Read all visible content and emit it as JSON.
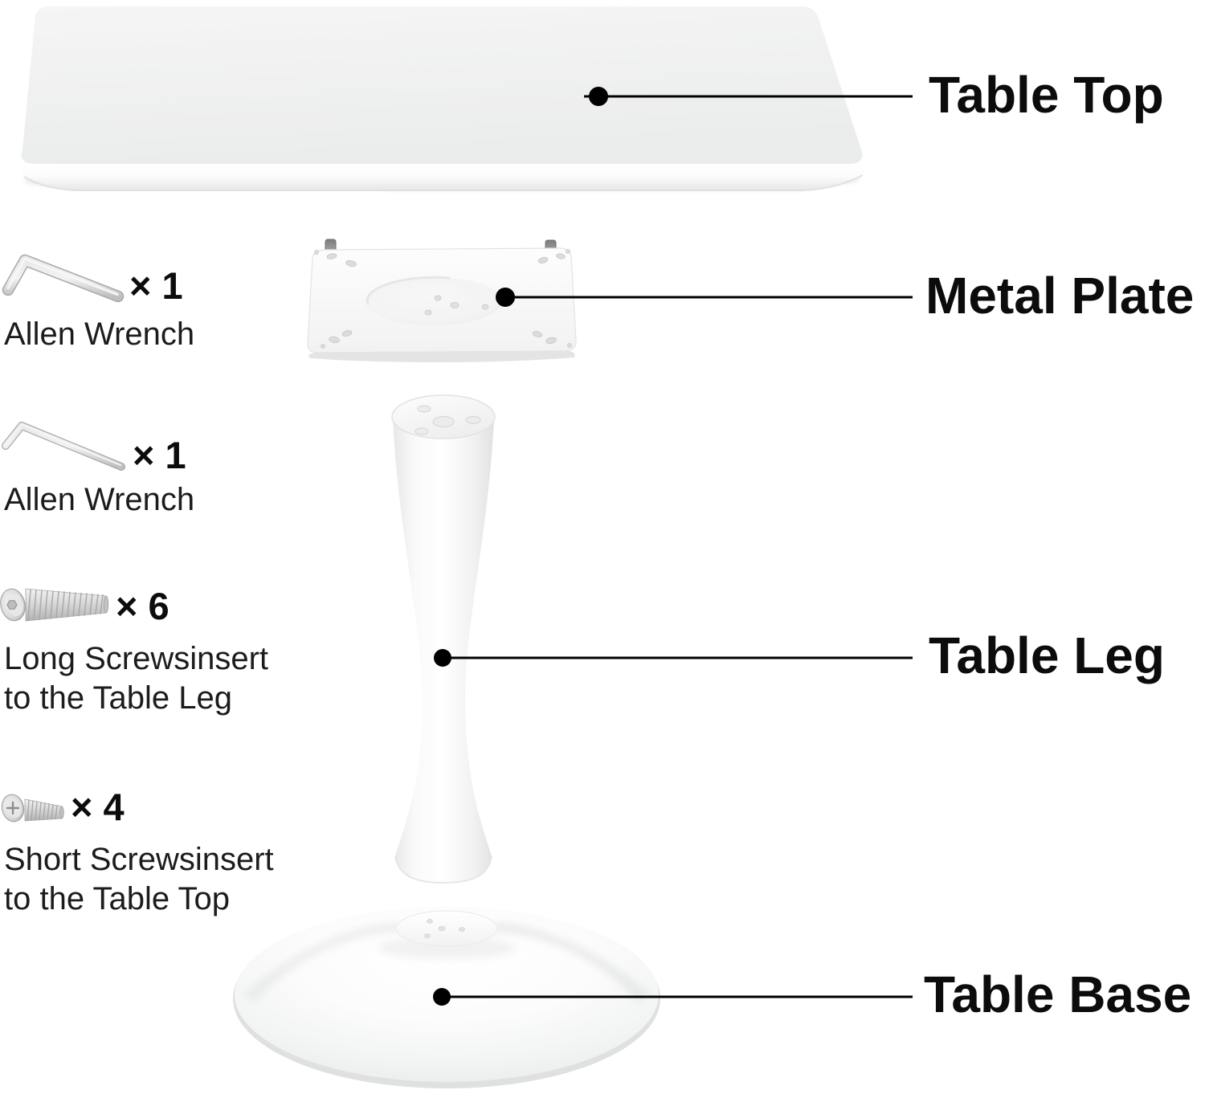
{
  "parts": [
    {
      "id": "table-top",
      "label": "Table Top"
    },
    {
      "id": "metal-plate",
      "label": "Metal Plate"
    },
    {
      "id": "table-leg",
      "label": "Table Leg"
    },
    {
      "id": "table-base",
      "label": "Table Base"
    }
  ],
  "hardware": [
    {
      "icon": "allen-wrench-icon",
      "qty": "× 1",
      "name": "Allen Wrench"
    },
    {
      "icon": "allen-wrench-icon",
      "qty": "× 1",
      "name": "Allen Wrench"
    },
    {
      "icon": "long-screw-icon",
      "qty": "× 6",
      "name": "Long Screwsinsert\nto the Table Leg"
    },
    {
      "icon": "short-screw-icon",
      "qty": "× 4",
      "name": "Short Screwsinsert\nto the Table Top"
    }
  ],
  "colors": {
    "background": "#ffffff",
    "part_fill": "#f4f4f4",
    "callout_line": "#000000",
    "label_text": "#0c0c0c"
  }
}
